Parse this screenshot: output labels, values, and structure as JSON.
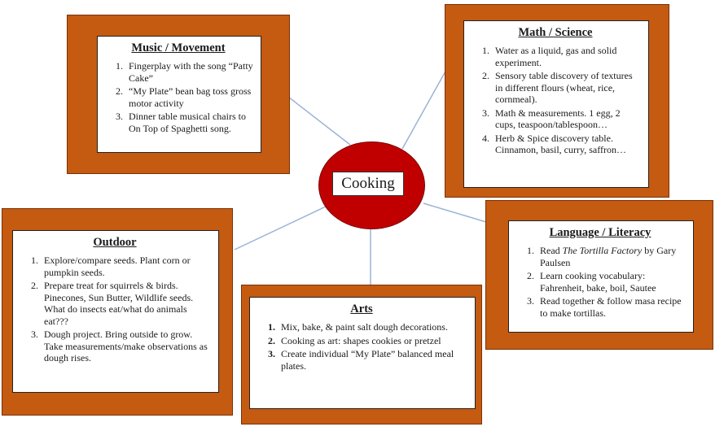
{
  "center": {
    "label": "Cooking"
  },
  "colors": {
    "box_fill": "#c55a11",
    "hub_fill": "#c00000",
    "connector": "#9bb3d6"
  },
  "music": {
    "title": "Music / Movement",
    "items": [
      "Fingerplay with the song “Patty Cake”",
      "“My Plate” bean bag toss gross motor activity",
      "Dinner table musical chairs to On Top of Spaghetti song."
    ]
  },
  "math": {
    "title": "Math / Science",
    "items": [
      "Water as a liquid, gas and solid experiment.",
      "Sensory table discovery of textures in different flours (wheat, rice, cornmeal).",
      "Math & measurements. 1 egg, 2 cups, teaspoon/tablespoon…",
      "Herb & Spice discovery table. Cinnamon, basil, curry, saffron…"
    ]
  },
  "outdoor": {
    "title": "Outdoor",
    "items": [
      "Explore/compare seeds. Plant corn or pumpkin seeds.",
      "Prepare treat for squirrels & birds. Pinecones, Sun Butter, Wildlife seeds. What do insects eat/what do animals eat???",
      "Dough project. Bring outside to grow. Take measurements/make observations as dough rises."
    ]
  },
  "language": {
    "title": "Language / Literacy",
    "item1_prefix": "Read ",
    "item1_book": "The Tortilla Factory",
    "item1_suffix": " by Gary Paulsen",
    "items": [
      "Learn cooking vocabulary: Fahrenheit, bake, boil, Sautee",
      "Read together & follow masa recipe to make tortillas."
    ]
  },
  "arts": {
    "title": "Arts",
    "items": [
      "Mix, bake, & paint salt dough decorations.",
      "Cooking as art: shapes cookies or pretzel",
      "Create individual “My Plate” balanced meal plates."
    ]
  }
}
